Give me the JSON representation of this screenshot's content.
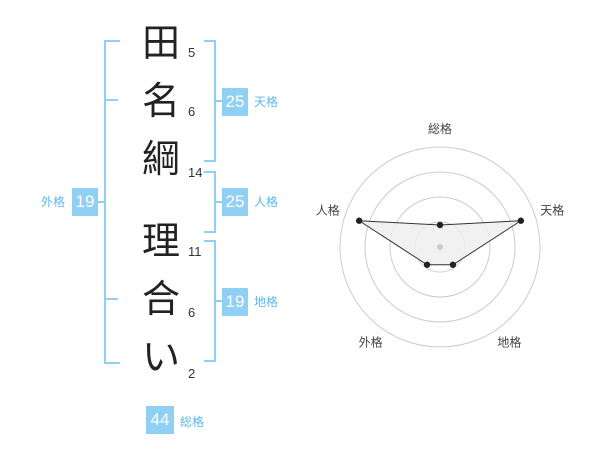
{
  "characters": [
    {
      "char": "田",
      "strokes": "5"
    },
    {
      "char": "名",
      "strokes": "6"
    },
    {
      "char": "綱",
      "strokes": "14"
    },
    {
      "char": "理",
      "strokes": "11"
    },
    {
      "char": "合",
      "strokes": "6"
    },
    {
      "char": "い",
      "strokes": "2"
    }
  ],
  "scores": {
    "tenkaku": {
      "value": "25",
      "label": "天格"
    },
    "jinkaku": {
      "value": "25",
      "label": "人格"
    },
    "chikaku": {
      "value": "19",
      "label": "地格"
    },
    "gaikaku": {
      "value": "19",
      "label": "外格"
    },
    "soukaku": {
      "value": "44",
      "label": "総格"
    }
  },
  "colors": {
    "accent": "#8fd0f3",
    "accent_text": "#5fb8ea",
    "fill": "#eeeeee",
    "ring": "#cccccc"
  },
  "chart_data": {
    "type": "radar",
    "axes": [
      "総格",
      "天格",
      "地格",
      "外格",
      "人格"
    ],
    "levels": 4,
    "values": [
      0.22,
      0.85,
      0.22,
      0.22,
      0.85
    ],
    "grid": true
  }
}
